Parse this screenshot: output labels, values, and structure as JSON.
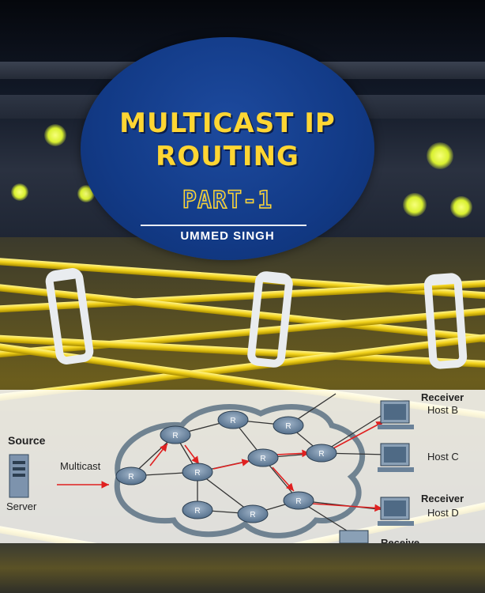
{
  "cover": {
    "title_line1": "MULTICAST IP",
    "title_line2": "ROUTING",
    "part": "PART-1",
    "author": "UMMED SINGH"
  },
  "diagram": {
    "source_label": "Source",
    "server_label": "Server",
    "multicast_label": "Multicast",
    "router_label": "R",
    "receiver_label_1": "Receiver",
    "host_b": "Host B",
    "host_c": "Host C",
    "receiver_label_2": "Receiver",
    "host_d": "Host D",
    "receiver_label_3": "Receive"
  },
  "colors": {
    "circle_blue": "#123a86",
    "title_yellow": "#ffd633",
    "cable_yellow": "#f2d21b",
    "arrow_red": "#e02020"
  }
}
